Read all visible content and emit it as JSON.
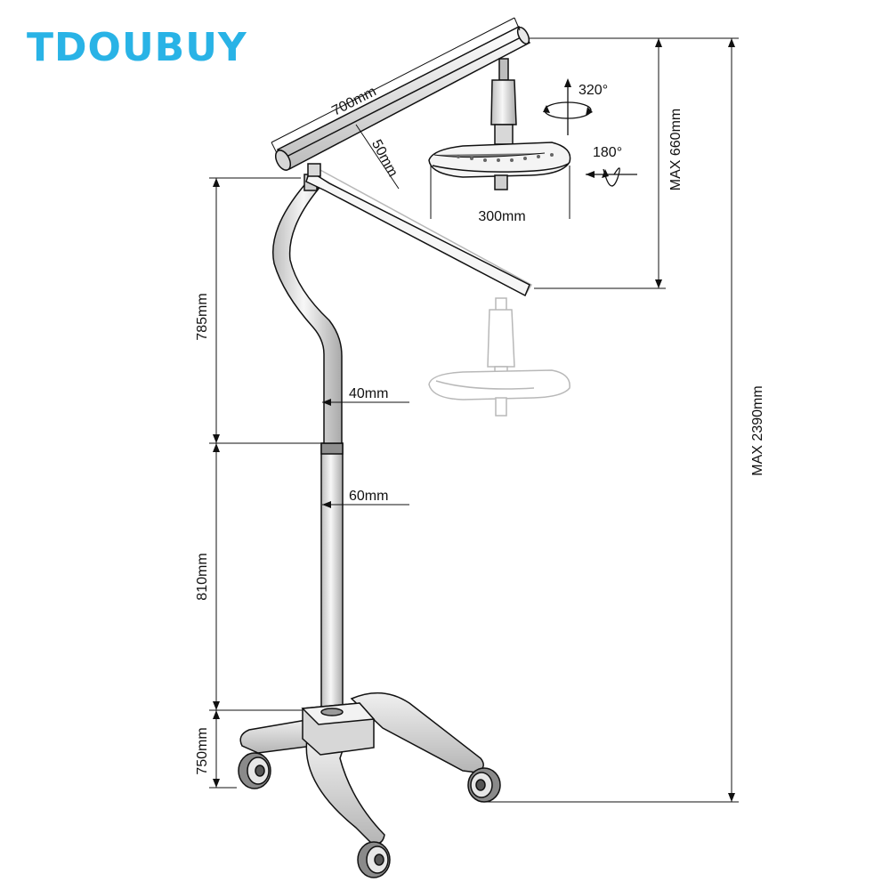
{
  "brand": {
    "name": "TDOUBUY",
    "color": "#29b3e6"
  },
  "colors": {
    "line": "#111111",
    "metal_light": "#f2f2f2",
    "metal_mid": "#cfcfcf",
    "metal_dark": "#9a9a9a",
    "ghost": "#bdbdbd"
  },
  "dimensions": {
    "arm_length": "700mm",
    "arm_thickness": "50mm",
    "head_width": "300mm",
    "rotation_horizontal": "320°",
    "rotation_vertical": "180°",
    "arm_travel": "MAX 660mm",
    "total_height": "MAX 2390mm",
    "upper_section": "785mm",
    "middle_section": "810mm",
    "base_section": "750mm",
    "upper_pole_diameter": "40mm",
    "lower_pole_diameter": "60mm"
  }
}
